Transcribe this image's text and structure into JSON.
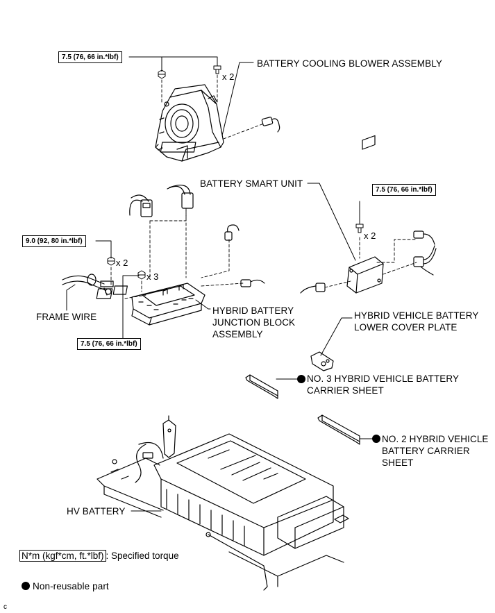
{
  "torque_boxes": [
    "7.5 (76, 66 in.*lbf)",
    "7.5 (76, 66 in.*lbf)",
    "9.0 (92, 80 in.*lbf)",
    "7.5 (76, 66 in.*lbf)"
  ],
  "quantities": [
    "x 2",
    "x 2",
    "x 2",
    "x 3"
  ],
  "labels": {
    "blower": "BATTERY COOLING BLOWER ASSEMBLY",
    "smart_unit": "BATTERY SMART UNIT",
    "frame_wire": "FRAME WIRE",
    "junction_1": "HYBRID BATTERY",
    "junction_2": "JUNCTION BLOCK",
    "junction_3": "ASSEMBLY",
    "lower_cover_1": "HYBRID VEHICLE BATTERY",
    "lower_cover_2": "LOWER COVER PLATE",
    "no3_1": "NO. 3 HYBRID VEHICLE BATTERY",
    "no3_2": "CARRIER SHEET",
    "no2_1": "NO. 2 HYBRID VEHICLE",
    "no2_2": "BATTERY CARRIER",
    "no2_3": "SHEET",
    "hv_battery": "HV BATTERY"
  },
  "legend": {
    "torque_unit": "N*m (kgf*cm, ft.*lbf)",
    "torque_text": ": Specified torque",
    "nonreusable_text": "Non-reusable part"
  },
  "corner_mark": "C"
}
